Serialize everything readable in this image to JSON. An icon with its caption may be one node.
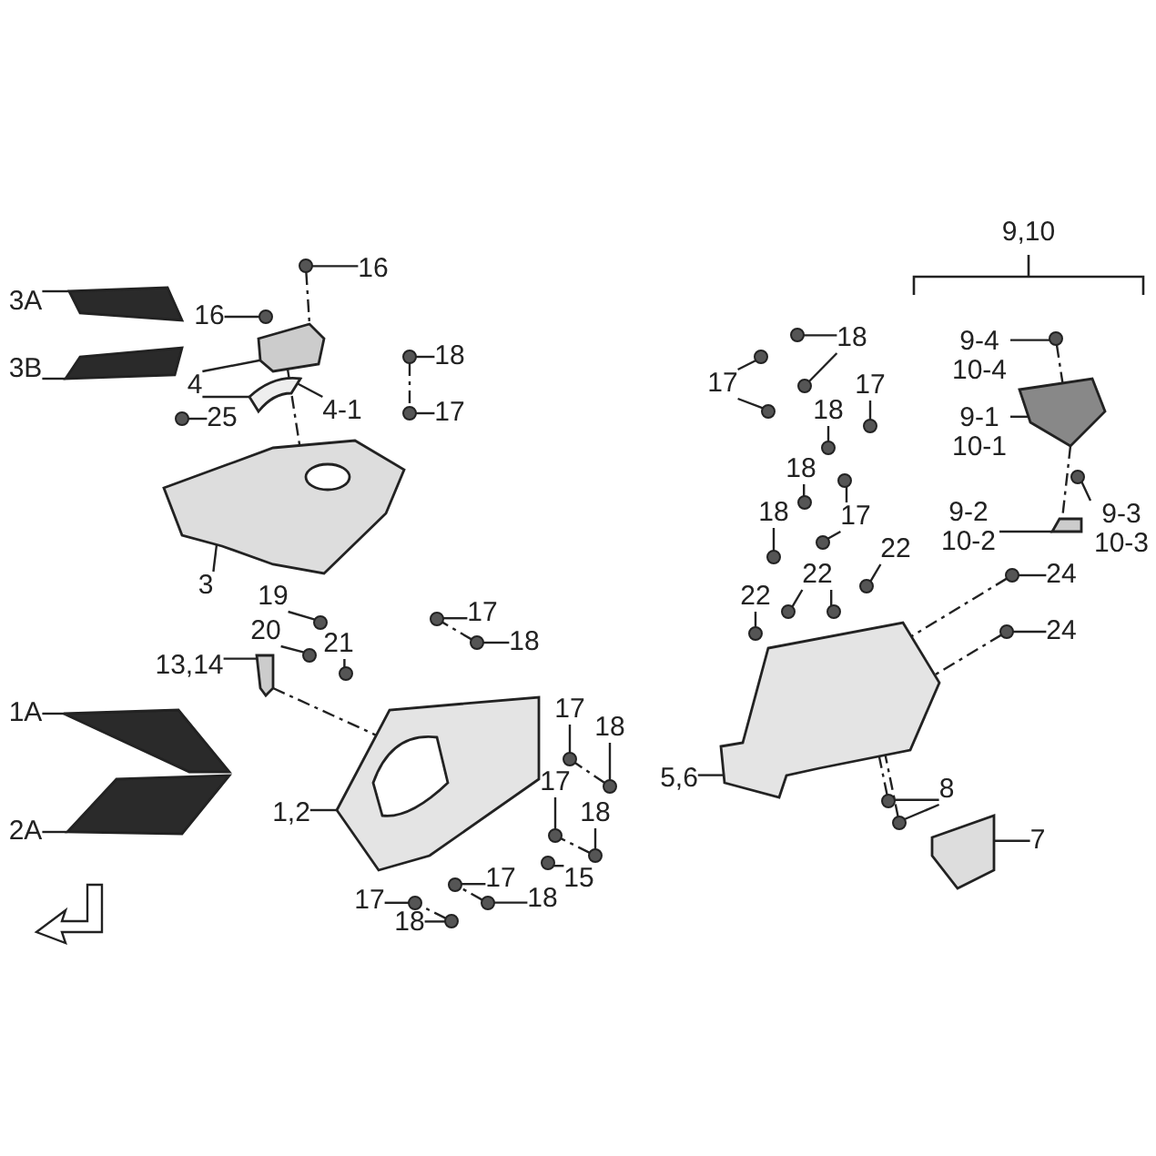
{
  "diagram": {
    "nodes": [
      {
        "text": [
          "3A"
        ]
      },
      {
        "text": [
          "3B"
        ]
      },
      {
        "text": [
          "16"
        ]
      },
      {
        "text": [
          "16"
        ]
      },
      {
        "text": [
          "4"
        ]
      },
      {
        "text": [
          "4-1"
        ]
      },
      {
        "text": [
          "18"
        ]
      },
      {
        "text": [
          "17"
        ]
      },
      {
        "text": [
          "25"
        ]
      },
      {
        "text": [
          "3"
        ]
      },
      {
        "text": [
          "19"
        ]
      },
      {
        "text": [
          "17"
        ]
      },
      {
        "text": [
          "18"
        ]
      },
      {
        "text": [
          "20"
        ]
      },
      {
        "text": [
          "21"
        ]
      },
      {
        "text": [
          "13,14"
        ]
      },
      {
        "text": [
          "1A"
        ]
      },
      {
        "text": [
          "2A"
        ]
      },
      {
        "text": [
          "1,2"
        ]
      },
      {
        "text": [
          "17"
        ]
      },
      {
        "text": [
          "18"
        ]
      },
      {
        "text": [
          "17"
        ]
      },
      {
        "text": [
          "18"
        ]
      },
      {
        "text": [
          "15"
        ]
      },
      {
        "text": [
          "17"
        ]
      },
      {
        "text": [
          "18"
        ]
      },
      {
        "text": [
          "17"
        ]
      },
      {
        "text": [
          "18"
        ]
      },
      {
        "text": [
          "9-4 10-4"
        ]
      },
      {
        "text": [
          "9-1 10-1"
        ]
      },
      {
        "text": [
          "9-3 10-3"
        ]
      },
      {
        "text": [
          "9-2 10-2"
        ]
      },
      {
        "text": [
          "24"
        ]
      },
      {
        "text": [
          "24"
        ]
      },
      {
        "text": [
          "18"
        ]
      },
      {
        "text": [
          "17"
        ]
      },
      {
        "text": [
          "18"
        ]
      },
      {
        "text": [
          "17"
        ]
      },
      {
        "text": [
          "18"
        ]
      },
      {
        "text": [
          "17"
        ]
      },
      {
        "text": [
          "18"
        ]
      },
      {
        "text": [
          "22"
        ]
      },
      {
        "text": [
          "22"
        ]
      },
      {
        "text": [
          "22"
        ]
      },
      {
        "text": [
          "5,6"
        ]
      },
      {
        "text": [
          "8"
        ]
      },
      {
        "text": [
          "7"
        ]
      },
      {
        "text": [],
        "shape": "picture"
      },
      {
        "text": [],
        "shape": "picture"
      },
      {
        "text": [],
        "shape": "picture"
      },
      {
        "text": [],
        "shape": "picture"
      },
      {
        "text": [],
        "shape": "picture"
      },
      {
        "text": [],
        "shape": "box"
      },
      {
        "text": [],
        "shape": "picture"
      },
      {
        "text": [],
        "shape": "picture"
      },
      {
        "text": [],
        "shape": "picture"
      },
      {
        "text": [],
        "shape": "picture"
      },
      {
        "text": [],
        "shape": "box"
      },
      {
        "text": [],
        "shape": "picture"
      },
      {
        "text": [],
        "shape": "picture"
      },
      {
        "text": [],
        "shape": "circle"
      },
      {
        "text": [],
        "shape": "circle"
      },
      {
        "text": [],
        "shape": "circle"
      },
      {
        "text": [],
        "shape": "circle"
      },
      {
        "text": [],
        "shape": "circle"
      },
      {
        "text": [],
        "shape": "circle"
      },
      {
        "text": [],
        "shape": "circle"
      },
      {
        "text": [],
        "shape": "circle"
      },
      {
        "text": [],
        "shape": "circle"
      },
      {
        "text": [],
        "shape": "circle"
      },
      {
        "text": [],
        "shape": "circle"
      },
      {
        "text": [],
        "shape": "circle"
      },
      {
        "text": [],
        "shape": "circle"
      },
      {
        "text": [],
        "shape": "circle"
      },
      {
        "text": [],
        "shape": "circle"
      },
      {
        "text": [],
        "shape": "circle"
      },
      {
        "text": [],
        "shape": "circle"
      },
      {
        "text": [],
        "shape": "circle"
      },
      {
        "text": [],
        "shape": "circle"
      },
      {
        "text": [],
        "shape": "circle"
      },
      {
        "text": [],
        "shape": "circle"
      },
      {
        "text": [],
        "shape": "circle"
      },
      {
        "text": [],
        "shape": "circle"
      },
      {
        "text": [],
        "shape": "circle"
      },
      {
        "text": [],
        "shape": "circle"
      },
      {
        "text": [],
        "shape": "circle"
      },
      {
        "text": [],
        "shape": "circle"
      },
      {
        "text": [],
        "shape": "circle"
      },
      {
        "text": [],
        "shape": "circle"
      },
      {
        "text": [],
        "shape": "circle"
      },
      {
        "text": [],
        "shape": "circle"
      },
      {
        "text": [],
        "shape": "circle"
      },
      {
        "text": [],
        "shape": "circle"
      },
      {
        "text": [],
        "shape": "circle"
      },
      {
        "text": [],
        "shape": "circle"
      },
      {
        "text": [],
        "shape": "circle"
      },
      {
        "text": [],
        "shape": "circle"
      },
      {
        "text": [],
        "shape": "circle"
      },
      {
        "text": [],
        "shape": "circle"
      }
    ],
    "edges": [
      {
        "from": 0,
        "to": 47,
        "arrow": "none"
      },
      {
        "from": 1,
        "to": 48,
        "arrow": "none"
      },
      {
        "from": 2,
        "to": 60,
        "arrow": "none"
      },
      {
        "from": 3,
        "to": 61,
        "arrow": "none"
      },
      {
        "from": 4,
        "to": 49,
        "arrow": "none"
      },
      {
        "from": 4,
        "to": 50,
        "arrow": "none"
      },
      {
        "from": 5,
        "to": 50,
        "arrow": "none"
      },
      {
        "from": 6,
        "to": 62,
        "arrow": "none"
      },
      {
        "from": 7,
        "to": 63,
        "arrow": "none"
      },
      {
        "from": 8,
        "to": 64,
        "arrow": "none"
      },
      {
        "from": 9,
        "to": 51,
        "arrow": "none"
      },
      {
        "from": 10,
        "to": 65,
        "arrow": "none"
      },
      {
        "from": 11,
        "to": 66,
        "arrow": "none"
      },
      {
        "from": 12,
        "to": 67,
        "arrow": "none"
      },
      {
        "from": 13,
        "to": 68,
        "arrow": "none"
      },
      {
        "from": 14,
        "to": 69,
        "arrow": "none"
      },
      {
        "from": 15,
        "to": 52,
        "arrow": "none"
      },
      {
        "from": 16,
        "to": 53,
        "arrow": "none"
      },
      {
        "from": 17,
        "to": 54,
        "arrow": "none"
      },
      {
        "from": 18,
        "to": 55,
        "arrow": "none"
      },
      {
        "from": 19,
        "to": 70,
        "arrow": "none"
      },
      {
        "from": 20,
        "to": 71,
        "arrow": "none"
      },
      {
        "from": 21,
        "to": 72,
        "arrow": "none"
      },
      {
        "from": 22,
        "to": 73,
        "arrow": "none"
      },
      {
        "from": 23,
        "to": 74,
        "arrow": "none"
      },
      {
        "from": 24,
        "to": 75,
        "arrow": "none"
      },
      {
        "from": 25,
        "to": 76,
        "arrow": "none"
      },
      {
        "from": 26,
        "to": 77,
        "arrow": "none"
      },
      {
        "from": 27,
        "to": 78,
        "arrow": "none"
      },
      {
        "from": 28,
        "to": 79,
        "arrow": "none"
      },
      {
        "from": 29,
        "to": 56,
        "arrow": "none"
      },
      {
        "from": 30,
        "to": 80,
        "arrow": "none"
      },
      {
        "from": 31,
        "to": 57,
        "arrow": "none"
      },
      {
        "from": 32,
        "to": 81,
        "arrow": "none"
      },
      {
        "from": 33,
        "to": 82,
        "arrow": "none"
      },
      {
        "from": 34,
        "to": 83,
        "arrow": "none"
      },
      {
        "from": 34,
        "to": 84,
        "arrow": "none"
      },
      {
        "from": 35,
        "to": 85,
        "arrow": "none"
      },
      {
        "from": 35,
        "to": 86,
        "arrow": "none"
      },
      {
        "from": 36,
        "to": 87,
        "arrow": "none"
      },
      {
        "from": 37,
        "to": 88,
        "arrow": "none"
      },
      {
        "from": 38,
        "to": 89,
        "arrow": "none"
      },
      {
        "from": 39,
        "to": 90,
        "arrow": "none"
      },
      {
        "from": 39,
        "to": 91,
        "arrow": "none"
      },
      {
        "from": 40,
        "to": 92,
        "arrow": "none"
      },
      {
        "from": 41,
        "to": 93,
        "arrow": "none"
      },
      {
        "from": 42,
        "to": 94,
        "arrow": "none"
      },
      {
        "from": 42,
        "to": 95,
        "arrow": "none"
      },
      {
        "from": 43,
        "to": 96,
        "arrow": "none"
      },
      {
        "from": 44,
        "to": 58,
        "arrow": "none"
      },
      {
        "from": 45,
        "to": 97,
        "arrow": "none"
      },
      {
        "from": 45,
        "to": 98,
        "arrow": "none"
      },
      {
        "from": 46,
        "to": 59,
        "arrow": "none"
      },
      {
        "from": 61,
        "to": 49,
        "arrow": "none",
        "style": "dashed"
      },
      {
        "from": 49,
        "to": 51,
        "arrow": "none",
        "style": "dashed"
      },
      {
        "from": 62,
        "to": 63,
        "arrow": "none",
        "style": "dashed"
      },
      {
        "from": 67,
        "to": 66,
        "arrow": "none",
        "style": "dashed"
      },
      {
        "from": 52,
        "to": 55,
        "arrow": "none",
        "style": "dashed"
      },
      {
        "from": 71,
        "to": 70,
        "arrow": "none",
        "style": "dashed"
      },
      {
        "from": 73,
        "to": 72,
        "arrow": "none",
        "style": "dashed"
      },
      {
        "from": 76,
        "to": 75,
        "arrow": "none",
        "style": "dashed"
      },
      {
        "from": 78,
        "to": 77,
        "arrow": "none",
        "style": "dashed"
      },
      {
        "from": 79,
        "to": 56,
        "arrow": "none",
        "style": "dashed"
      },
      {
        "from": 56,
        "to": 57,
        "arrow": "none",
        "style": "dashed"
      },
      {
        "from": 81,
        "to": 58,
        "arrow": "none",
        "style": "dashed"
      },
      {
        "from": 82,
        "to": 58,
        "arrow": "none",
        "style": "dashed"
      },
      {
        "from": 97,
        "to": 58,
        "arrow": "none",
        "style": "dashed"
      },
      {
        "from": 98,
        "to": 58,
        "arrow": "none",
        "style": "dashed"
      }
    ],
    "labels": [
      "9,10"
    ]
  }
}
